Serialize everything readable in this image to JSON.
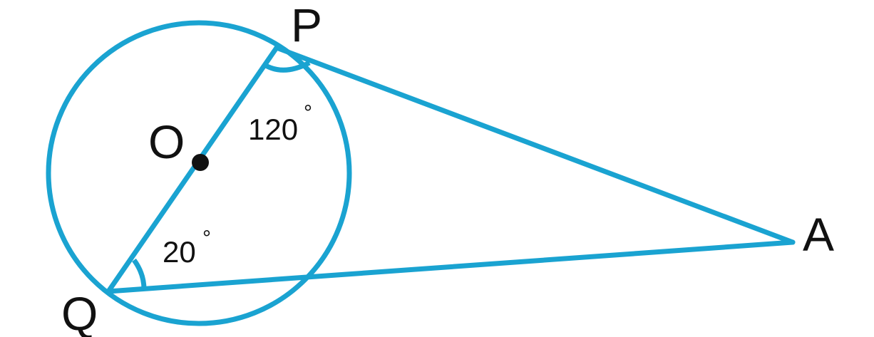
{
  "colors": {
    "stroke": "#1aa3d1",
    "ink": "#111111",
    "background": "#ffffff"
  },
  "points": {
    "P": "P",
    "O": "O",
    "Q": "Q",
    "A": "A"
  },
  "angles": {
    "at_P": "120",
    "at_Q": "20",
    "degree_symbol": "°"
  }
}
